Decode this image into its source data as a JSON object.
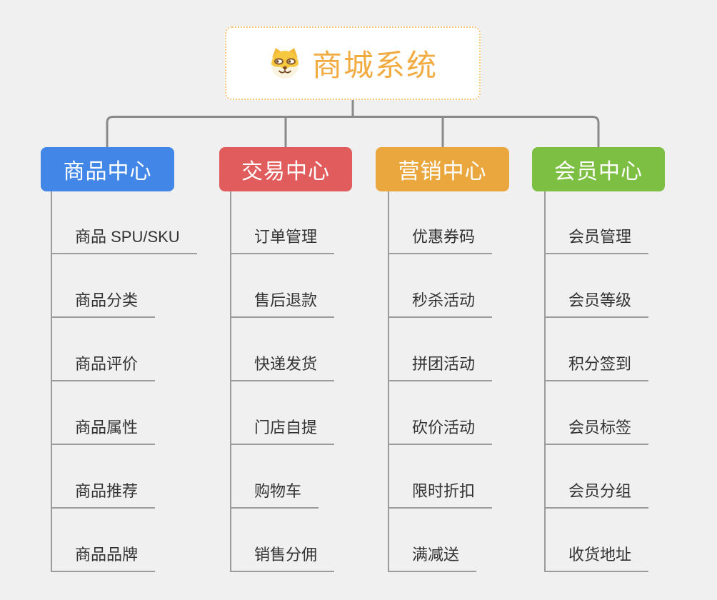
{
  "page": {
    "background_color": "#f0f0f0"
  },
  "root": {
    "title": "商城系统",
    "icon": "doge-icon",
    "text_color": "#f2ab40",
    "border_color": "#f5c87e",
    "background_color": "#ffffff"
  },
  "branches": [
    {
      "label": "商品中心",
      "color": "#4287e8",
      "children": [
        "商品 SPU/SKU",
        "商品分类",
        "商品评价",
        "商品属性",
        "商品推荐",
        "商品品牌"
      ]
    },
    {
      "label": "交易中心",
      "color": "#e15d5d",
      "children": [
        "订单管理",
        "售后退款",
        "快递发货",
        "门店自提",
        "购物车",
        "销售分佣"
      ]
    },
    {
      "label": "营销中心",
      "color": "#eaa73e",
      "children": [
        "优惠券码",
        "秒杀活动",
        "拼团活动",
        "砍价活动",
        "限时折扣",
        "满减送"
      ]
    },
    {
      "label": "会员中心",
      "color": "#7cbf42",
      "children": [
        "会员管理",
        "会员等级",
        "积分签到",
        "会员标签",
        "会员分组",
        "收货地址"
      ]
    }
  ],
  "lines": {
    "tree_connector_color": "#8a8a8a",
    "leaf_line_color": "#9b9b9b",
    "leaf_text_color": "#333333"
  }
}
